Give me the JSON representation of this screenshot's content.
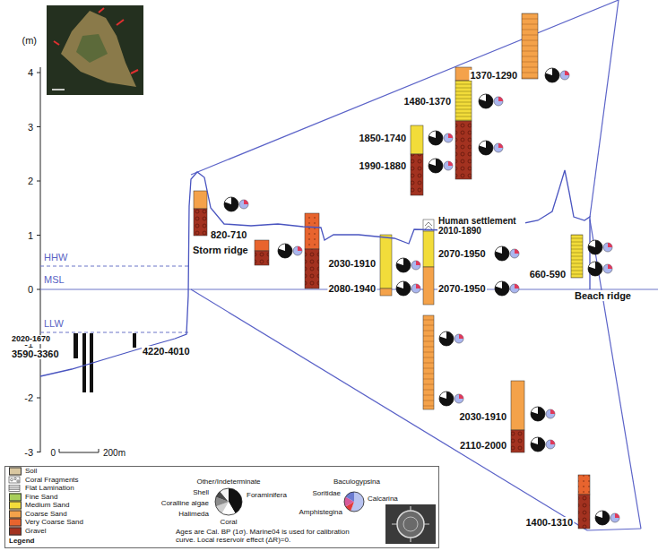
{
  "diagram": {
    "nodes": [
      {
        "text": [
          "Legend",
          "Ages are Cal. BP (1σ). Marine04 is used for calibration curve. Local reservoir effect (ΔR)=0."
        ]
      }
    ],
    "labels": [
      "(m)",
      "4",
      "3",
      "2",
      "1",
      "0",
      "-1",
      "-2",
      "-3",
      "HHW",
      "MSL",
      "LLW",
      "1370-1290",
      "1480-1370",
      "1850-1740",
      "1990-1880",
      "820-710",
      "Storm ridge",
      "2030-1910",
      "Human settlement 2010-1890",
      "2070-1950",
      "2080-1940",
      "2070-1950",
      "660-590",
      "Beach ridge",
      "2020-1670",
      "3590-3360",
      "4220-4010",
      "0",
      "200m",
      "2030-1910",
      "2110-2000",
      "1400-1310"
    ],
    "legend": [
      {
        "text": "Soil",
        "color": "#d9c7a0"
      },
      {
        "text": "Coral Fragments"
      },
      {
        "text": "Flat Lamination"
      },
      {
        "text": "Fine Sand",
        "color": "#a8cf5a"
      },
      {
        "text": "Medium Sand",
        "color": "#f2dc3a"
      },
      {
        "text": "Coarse Sand",
        "color": "#f4a24a"
      },
      {
        "text": "Very Coarse Sand",
        "color": "#e8642e"
      },
      {
        "text": "Gravel",
        "color": "#a33220"
      },
      {
        "text": "Other/Indeterminate"
      },
      {
        "text": "Shell"
      },
      {
        "text": "Coralline algae"
      },
      {
        "text": "Halimeda"
      },
      {
        "text": "Coral"
      },
      {
        "text": "Foraminifera"
      },
      {
        "text": "Baculogypsina"
      },
      {
        "text": "Soritidae"
      },
      {
        "text": "Amphistegina"
      },
      {
        "text": "Calcarina"
      }
    ]
  }
}
